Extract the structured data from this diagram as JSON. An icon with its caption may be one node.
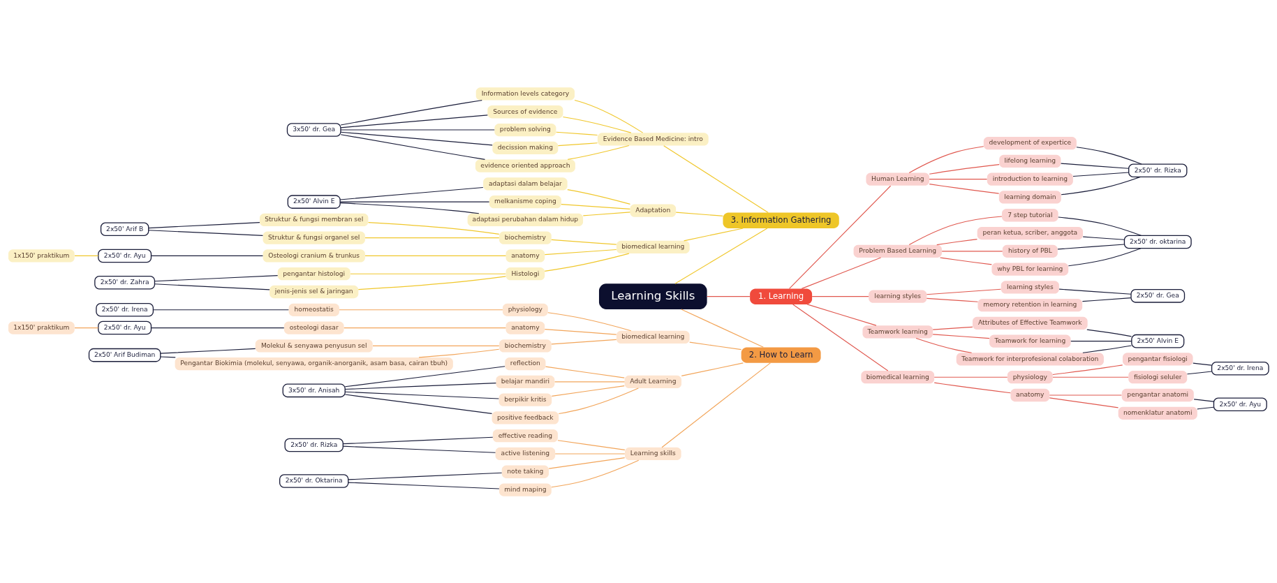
{
  "diagram": {
    "nodes": [
      {
        "text": [
          "Learning Skills"
        ]
      },
      {
        "text": [
          "1. Learning"
        ]
      },
      {
        "text": [
          "Human Learning"
        ]
      },
      {
        "text": [
          "introduction to learning"
        ]
      },
      {
        "text": [
          "learning domain"
        ]
      },
      {
        "text": [
          "development of expertice"
        ]
      },
      {
        "text": [
          "lifelong learning"
        ]
      },
      {
        "text": [
          "2x50' dr. Rizka"
        ]
      },
      {
        "text": [
          "Problem Based Learning"
        ]
      },
      {
        "text": [
          "history of PBL"
        ]
      },
      {
        "text": [
          "why PBL for learning"
        ]
      },
      {
        "text": [
          "7 step tutorial"
        ]
      },
      {
        "text": [
          "peran ketua, scriber, anggota"
        ]
      },
      {
        "text": [
          "2x50' dr. oktarina"
        ]
      },
      {
        "text": [
          "learning styles"
        ]
      },
      {
        "text": [
          "learning styles"
        ]
      },
      {
        "text": [
          "memory retention in learning"
        ]
      },
      {
        "text": [
          "2x50' dr. Gea"
        ]
      },
      {
        "text": [
          "Teamwork learning"
        ]
      },
      {
        "text": [
          "Attributes of Effective Teamwork"
        ]
      },
      {
        "text": [
          "Teamwork for learning"
        ]
      },
      {
        "text": [
          "Teamwork for interprofesional colaboration"
        ]
      },
      {
        "text": [
          "2x50' Alvin E"
        ]
      },
      {
        "text": [
          "biomedical learning"
        ]
      },
      {
        "text": [
          "anatomy"
        ]
      },
      {
        "text": [
          "pengantar anatomi"
        ]
      },
      {
        "text": [
          "nomenklatur anatomi"
        ]
      },
      {
        "text": [
          "2x50' dr. Ayu"
        ]
      },
      {
        "text": [
          "physiology"
        ]
      },
      {
        "text": [
          "pengantar fisiologi"
        ]
      },
      {
        "text": [
          "fisiologi seluler"
        ]
      },
      {
        "text": [
          "2x50' dr. Irena"
        ]
      },
      {
        "text": [
          "3. Information Gathering"
        ]
      },
      {
        "text": [
          "Evidence Based Medicine: intro"
        ]
      },
      {
        "text": [
          "evidence oriented approach"
        ]
      },
      {
        "text": [
          "Information levels category"
        ]
      },
      {
        "text": [
          "Sources of evidence"
        ]
      },
      {
        "text": [
          "problem solving"
        ]
      },
      {
        "text": [
          "decission making"
        ]
      },
      {
        "text": [
          "3x50' dr. Gea"
        ]
      },
      {
        "text": [
          "Adaptation"
        ]
      },
      {
        "text": [
          "adaptasi perubahan dalam hidup"
        ]
      },
      {
        "text": [
          "adaptasi dalam belajar"
        ]
      },
      {
        "text": [
          "melkanisme coping"
        ]
      },
      {
        "text": [
          "2x50' Alvin E"
        ]
      },
      {
        "text": [
          "biomedical learning"
        ]
      },
      {
        "text": [
          "anatomy"
        ]
      },
      {
        "text": [
          "Osteologi cranium & trunkus"
        ]
      },
      {
        "text": [
          "2x50' dr. Ayu"
        ]
      },
      {
        "text": [
          "1x150' praktikum"
        ]
      },
      {
        "text": [
          "Histologi"
        ]
      },
      {
        "text": [
          "pengantar histologi"
        ]
      },
      {
        "text": [
          "jenis-jenis sel & jaringan"
        ]
      },
      {
        "text": [
          "2x50' dr. Zahra"
        ]
      },
      {
        "text": [
          "biochemistry"
        ]
      },
      {
        "text": [
          "Struktur & fungsi membran sel"
        ]
      },
      {
        "text": [
          "Struktur & fungsi organel sel"
        ]
      },
      {
        "text": [
          "2x50' Arif B"
        ]
      },
      {
        "text": [
          "2. How to Learn"
        ]
      },
      {
        "text": [
          "Adult Learning"
        ]
      },
      {
        "text": [
          "belajar mandiri"
        ]
      },
      {
        "text": [
          "berpikir kritis"
        ]
      },
      {
        "text": [
          "positive feedback"
        ]
      },
      {
        "text": [
          "reflection"
        ]
      },
      {
        "text": [
          "3x50' dr. Anisah"
        ]
      },
      {
        "text": [
          "Learning skills"
        ]
      },
      {
        "text": [
          "active listening"
        ]
      },
      {
        "text": [
          "effective reading"
        ]
      },
      {
        "text": [
          "note taking"
        ]
      },
      {
        "text": [
          "mind maping"
        ]
      },
      {
        "text": [
          "2x50' dr. Rizka"
        ]
      },
      {
        "text": [
          "2x50' dr. Oktarina"
        ]
      },
      {
        "text": [
          "biomedical learning"
        ]
      },
      {
        "text": [
          "anatomy"
        ]
      },
      {
        "text": [
          "osteologi dasar"
        ]
      },
      {
        "text": [
          "2x50' dr. Ayu"
        ]
      },
      {
        "text": [
          "1x150' praktikum"
        ]
      },
      {
        "text": [
          "biochemistry"
        ]
      },
      {
        "text": [
          "Pengantar Biokimia (molekul, senyawa, organik-anorganik, asam basa, cairan tbuh)"
        ]
      },
      {
        "text": [
          "Molekul & senyawa penyusun sel"
        ]
      },
      {
        "text": [
          "2x50' Arif Budiman"
        ]
      },
      {
        "text": [
          "physiology"
        ]
      },
      {
        "text": [
          "homeostatis"
        ]
      },
      {
        "text": [
          "2x50' dr. Irena"
        ]
      }
    ],
    "edges": [
      {
        "from": 0,
        "to": 1,
        "arrow": "none",
        "color": "#e0584f"
      },
      {
        "from": 1,
        "to": 2,
        "arrow": "none",
        "color": "#e0584f"
      },
      {
        "from": 2,
        "to": 3,
        "arrow": "none",
        "color": "#e0584f"
      },
      {
        "from": 2,
        "to": 4,
        "arrow": "none",
        "color": "#e0584f"
      },
      {
        "from": 2,
        "to": 5,
        "arrow": "none",
        "color": "#e0584f"
      },
      {
        "from": 2,
        "to": 6,
        "arrow": "none",
        "color": "#e0584f"
      },
      {
        "from": 3,
        "to": 7,
        "arrow": "none"
      },
      {
        "from": 4,
        "to": 7,
        "arrow": "none"
      },
      {
        "from": 5,
        "to": 7,
        "arrow": "none"
      },
      {
        "from": 6,
        "to": 7,
        "arrow": "none"
      },
      {
        "from": 1,
        "to": 8,
        "arrow": "none",
        "color": "#e0584f"
      },
      {
        "from": 8,
        "to": 9,
        "arrow": "none",
        "color": "#e0584f"
      },
      {
        "from": 8,
        "to": 10,
        "arrow": "none",
        "color": "#e0584f"
      },
      {
        "from": 8,
        "to": 11,
        "arrow": "none",
        "color": "#e0584f"
      },
      {
        "from": 8,
        "to": 12,
        "arrow": "none",
        "color": "#e0584f"
      },
      {
        "from": 9,
        "to": 13,
        "arrow": "none"
      },
      {
        "from": 10,
        "to": 13,
        "arrow": "none"
      },
      {
        "from": 11,
        "to": 13,
        "arrow": "none"
      },
      {
        "from": 12,
        "to": 13,
        "arrow": "none"
      },
      {
        "from": 1,
        "to": 14,
        "arrow": "none",
        "color": "#e0584f"
      },
      {
        "from": 14,
        "to": 15,
        "arrow": "none",
        "color": "#e0584f"
      },
      {
        "from": 14,
        "to": 16,
        "arrow": "none",
        "color": "#e0584f"
      },
      {
        "from": 15,
        "to": 17,
        "arrow": "none"
      },
      {
        "from": 16,
        "to": 17,
        "arrow": "none"
      },
      {
        "from": 1,
        "to": 18,
        "arrow": "none",
        "color": "#e0584f"
      },
      {
        "from": 18,
        "to": 19,
        "arrow": "none",
        "color": "#e0584f"
      },
      {
        "from": 18,
        "to": 20,
        "arrow": "none",
        "color": "#e0584f"
      },
      {
        "from": 18,
        "to": 21,
        "arrow": "none",
        "color": "#e0584f"
      },
      {
        "from": 19,
        "to": 22,
        "arrow": "none"
      },
      {
        "from": 20,
        "to": 22,
        "arrow": "none"
      },
      {
        "from": 21,
        "to": 22,
        "arrow": "none"
      },
      {
        "from": 1,
        "to": 23,
        "arrow": "none",
        "color": "#e0584f"
      },
      {
        "from": 23,
        "to": 24,
        "arrow": "none",
        "color": "#e0584f"
      },
      {
        "from": 24,
        "to": 25,
        "arrow": "none",
        "color": "#e0584f"
      },
      {
        "from": 24,
        "to": 26,
        "arrow": "none",
        "color": "#e0584f"
      },
      {
        "from": 25,
        "to": 27,
        "arrow": "none"
      },
      {
        "from": 26,
        "to": 27,
        "arrow": "none"
      },
      {
        "from": 23,
        "to": 28,
        "arrow": "none",
        "color": "#e0584f"
      },
      {
        "from": 28,
        "to": 29,
        "arrow": "none",
        "color": "#e0584f"
      },
      {
        "from": 28,
        "to": 30,
        "arrow": "none",
        "color": "#e0584f"
      },
      {
        "from": 29,
        "to": 31,
        "arrow": "none"
      },
      {
        "from": 30,
        "to": 31,
        "arrow": "none"
      },
      {
        "from": 0,
        "to": 32,
        "arrow": "none",
        "color": "#f0c72c"
      },
      {
        "from": 32,
        "to": 33,
        "arrow": "none",
        "color": "#f0c72c"
      },
      {
        "from": 33,
        "to": 34,
        "arrow": "none",
        "color": "#f0c72c"
      },
      {
        "from": 33,
        "to": 35,
        "arrow": "none",
        "color": "#f0c72c"
      },
      {
        "from": 33,
        "to": 36,
        "arrow": "none",
        "color": "#f0c72c"
      },
      {
        "from": 33,
        "to": 37,
        "arrow": "none",
        "color": "#f0c72c"
      },
      {
        "from": 33,
        "to": 38,
        "arrow": "none",
        "color": "#f0c72c"
      },
      {
        "from": 34,
        "to": 39,
        "arrow": "none"
      },
      {
        "from": 35,
        "to": 39,
        "arrow": "none"
      },
      {
        "from": 36,
        "to": 39,
        "arrow": "none"
      },
      {
        "from": 37,
        "to": 39,
        "arrow": "none"
      },
      {
        "from": 38,
        "to": 39,
        "arrow": "none"
      },
      {
        "from": 32,
        "to": 40,
        "arrow": "none",
        "color": "#f0c72c"
      },
      {
        "from": 40,
        "to": 41,
        "arrow": "none",
        "color": "#f0c72c"
      },
      {
        "from": 40,
        "to": 42,
        "arrow": "none",
        "color": "#f0c72c"
      },
      {
        "from": 40,
        "to": 43,
        "arrow": "none",
        "color": "#f0c72c"
      },
      {
        "from": 41,
        "to": 44,
        "arrow": "none"
      },
      {
        "from": 42,
        "to": 44,
        "arrow": "none"
      },
      {
        "from": 43,
        "to": 44,
        "arrow": "none"
      },
      {
        "from": 32,
        "to": 45,
        "arrow": "none",
        "color": "#f0c72c"
      },
      {
        "from": 45,
        "to": 46,
        "arrow": "none",
        "color": "#f0c72c"
      },
      {
        "from": 46,
        "to": 47,
        "arrow": "none",
        "color": "#f0c72c"
      },
      {
        "from": 47,
        "to": 48,
        "arrow": "none"
      },
      {
        "from": 48,
        "to": 49,
        "arrow": "none",
        "color": "#f0c72c"
      },
      {
        "from": 45,
        "to": 50,
        "arrow": "none",
        "color": "#f0c72c"
      },
      {
        "from": 50,
        "to": 51,
        "arrow": "none",
        "color": "#f0c72c"
      },
      {
        "from": 50,
        "to": 52,
        "arrow": "none",
        "color": "#f0c72c"
      },
      {
        "from": 51,
        "to": 53,
        "arrow": "none"
      },
      {
        "from": 52,
        "to": 53,
        "arrow": "none"
      },
      {
        "from": 45,
        "to": 54,
        "arrow": "none",
        "color": "#f0c72c"
      },
      {
        "from": 54,
        "to": 55,
        "arrow": "none",
        "color": "#f0c72c"
      },
      {
        "from": 54,
        "to": 56,
        "arrow": "none",
        "color": "#f0c72c"
      },
      {
        "from": 55,
        "to": 57,
        "arrow": "none"
      },
      {
        "from": 56,
        "to": 57,
        "arrow": "none"
      },
      {
        "from": 0,
        "to": 58,
        "arrow": "none",
        "color": "#f2a55a"
      },
      {
        "from": 58,
        "to": 59,
        "arrow": "none",
        "color": "#f2a55a"
      },
      {
        "from": 59,
        "to": 60,
        "arrow": "none",
        "color": "#f2a55a"
      },
      {
        "from": 59,
        "to": 61,
        "arrow": "none",
        "color": "#f2a55a"
      },
      {
        "from": 59,
        "to": 62,
        "arrow": "none",
        "color": "#f2a55a"
      },
      {
        "from": 59,
        "to": 63,
        "arrow": "none",
        "color": "#f2a55a"
      },
      {
        "from": 60,
        "to": 64,
        "arrow": "none"
      },
      {
        "from": 61,
        "to": 64,
        "arrow": "none"
      },
      {
        "from": 62,
        "to": 64,
        "arrow": "none"
      },
      {
        "from": 63,
        "to": 64,
        "arrow": "none"
      },
      {
        "from": 58,
        "to": 65,
        "arrow": "none",
        "color": "#f2a55a"
      },
      {
        "from": 65,
        "to": 66,
        "arrow": "none",
        "color": "#f2a55a"
      },
      {
        "from": 65,
        "to": 67,
        "arrow": "none",
        "color": "#f2a55a"
      },
      {
        "from": 65,
        "to": 68,
        "arrow": "none",
        "color": "#f2a55a"
      },
      {
        "from": 65,
        "to": 69,
        "arrow": "none",
        "color": "#f2a55a"
      },
      {
        "from": 66,
        "to": 70,
        "arrow": "none"
      },
      {
        "from": 67,
        "to": 70,
        "arrow": "none"
      },
      {
        "from": 68,
        "to": 71,
        "arrow": "none"
      },
      {
        "from": 69,
        "to": 71,
        "arrow": "none"
      },
      {
        "from": 58,
        "to": 72,
        "arrow": "none",
        "color": "#f2a55a"
      },
      {
        "from": 72,
        "to": 73,
        "arrow": "none",
        "color": "#f2a55a"
      },
      {
        "from": 73,
        "to": 74,
        "arrow": "none",
        "color": "#f2a55a"
      },
      {
        "from": 74,
        "to": 75,
        "arrow": "none"
      },
      {
        "from": 75,
        "to": 76,
        "arrow": "none",
        "color": "#f2a55a"
      },
      {
        "from": 72,
        "to": 77,
        "arrow": "none",
        "color": "#f2a55a"
      },
      {
        "from": 77,
        "to": 78,
        "arrow": "none",
        "color": "#f2a55a"
      },
      {
        "from": 77,
        "to": 79,
        "arrow": "none",
        "color": "#f2a55a"
      },
      {
        "from": 78,
        "to": 80,
        "arrow": "none"
      },
      {
        "from": 79,
        "to": 80,
        "arrow": "none"
      },
      {
        "from": 72,
        "to": 81,
        "arrow": "none",
        "color": "#f2a55a"
      },
      {
        "from": 81,
        "to": 82,
        "arrow": "none",
        "color": "#f2a55a"
      },
      {
        "from": 82,
        "to": 83,
        "arrow": "none"
      }
    ]
  }
}
